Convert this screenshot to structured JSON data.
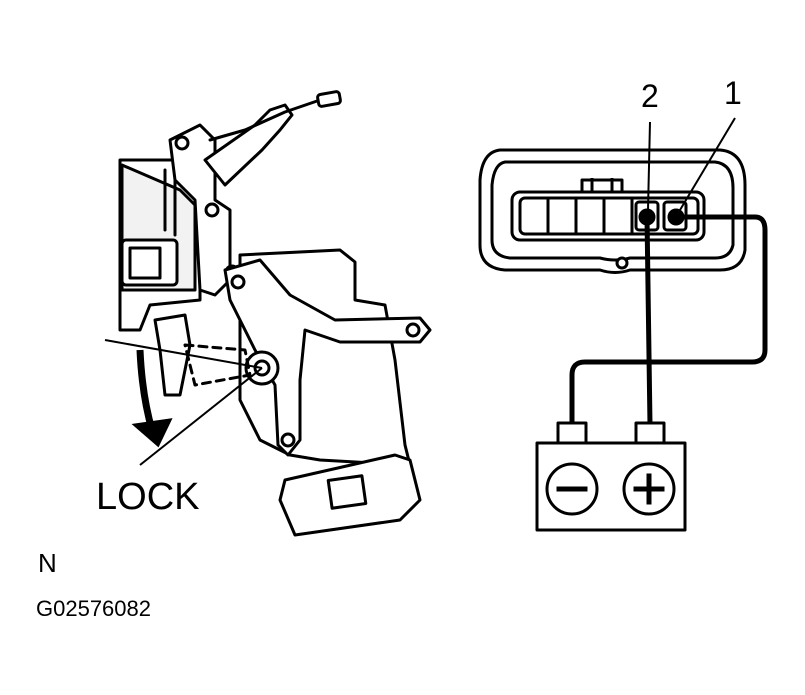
{
  "labels": {
    "lock": "LOCK",
    "terminal_2": "2",
    "terminal_1": "1",
    "orientation": "N",
    "figure_code": "G02576082"
  },
  "battery": {
    "negative_symbol": "minus-icon",
    "positive_symbol": "plus-icon"
  },
  "colors": {
    "ink": "#000000",
    "background": "#ffffff",
    "fill_light": "#ffffff",
    "fill_dark": "#f2f2f2"
  }
}
